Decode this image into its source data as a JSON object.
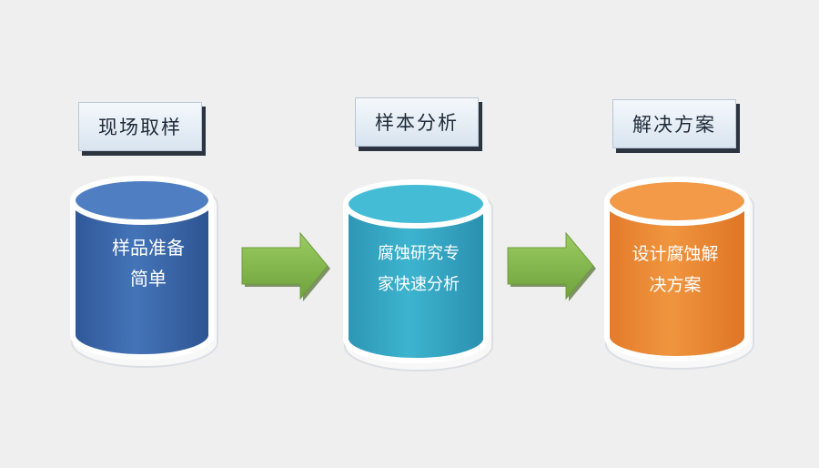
{
  "steps": [
    {
      "label": "现场取样",
      "lines": [
        "样品准备",
        "简单"
      ],
      "color": "#3f6cb0"
    },
    {
      "label": "样本分析",
      "lines": [
        "腐蚀研究专",
        "家快速分析"
      ],
      "color": "#35a8c4"
    },
    {
      "label": "解决方案",
      "lines": [
        "设计腐蚀解",
        "决方案"
      ],
      "color": "#ec8a39"
    }
  ],
  "arrow_color": "#7fb34a"
}
